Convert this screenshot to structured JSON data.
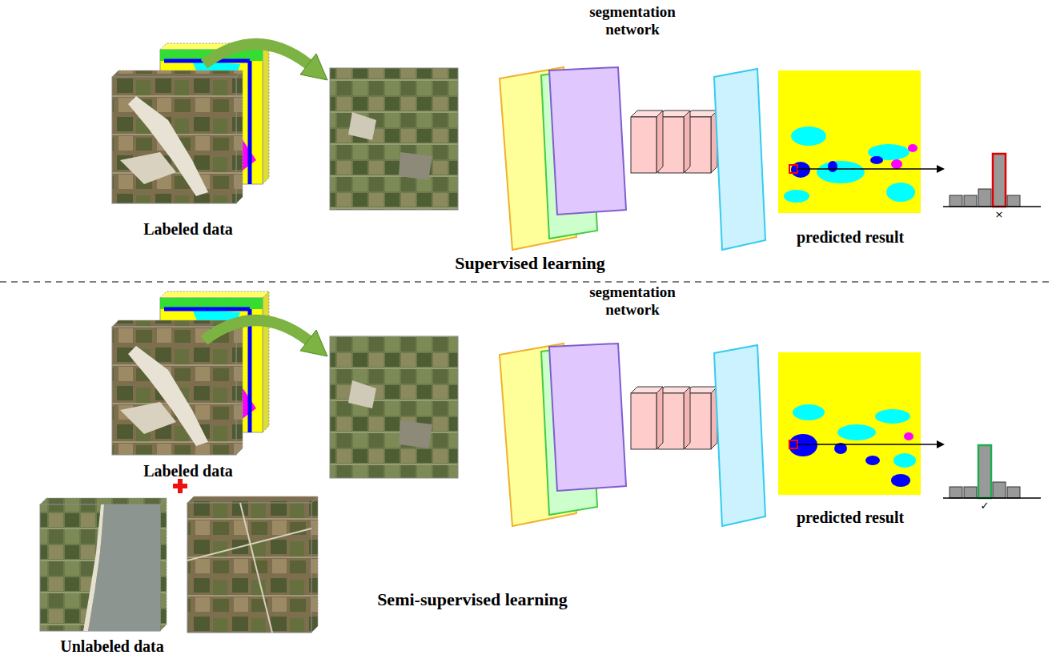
{
  "diagram": {
    "nodes": [
      {
        "text": [
          "Labeled data"
        ]
      },
      {
        "text": [
          "segmentation network"
        ]
      },
      {
        "text": [
          "predicted result"
        ]
      },
      {
        "text": [
          "Labeled data"
        ]
      },
      {
        "text": [
          "Unlabeled data"
        ]
      },
      {
        "text": [
          "segmentation network"
        ]
      },
      {
        "text": [
          "predicted result"
        ]
      }
    ],
    "labels": [
      "Supervised learning",
      "Semi-supervised learning",
      "×",
      "✓"
    ]
  }
}
